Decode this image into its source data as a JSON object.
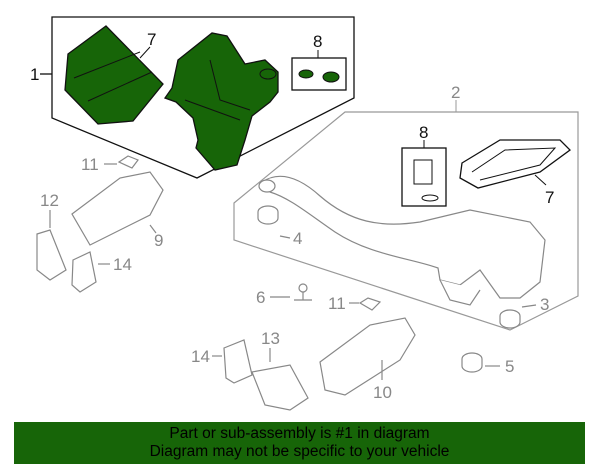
{
  "callouts": {
    "c1": "1",
    "c7a": "7",
    "c8a": "8",
    "c2": "2",
    "c8b": "8",
    "c7b": "7",
    "c11a": "11",
    "c12": "12",
    "c9": "9",
    "c14a": "14",
    "c4": "4",
    "c6": "6",
    "c11b": "11",
    "c3": "3",
    "c13": "13",
    "c14b": "14",
    "c5": "5",
    "c10": "10"
  },
  "banner": {
    "line1": "Part or sub-assembly is #1 in diagram",
    "line2": "Diagram may not be specific to your vehicle"
  },
  "colors": {
    "highlight": "#176508",
    "outline": "#111111",
    "secondary": "#888888"
  }
}
